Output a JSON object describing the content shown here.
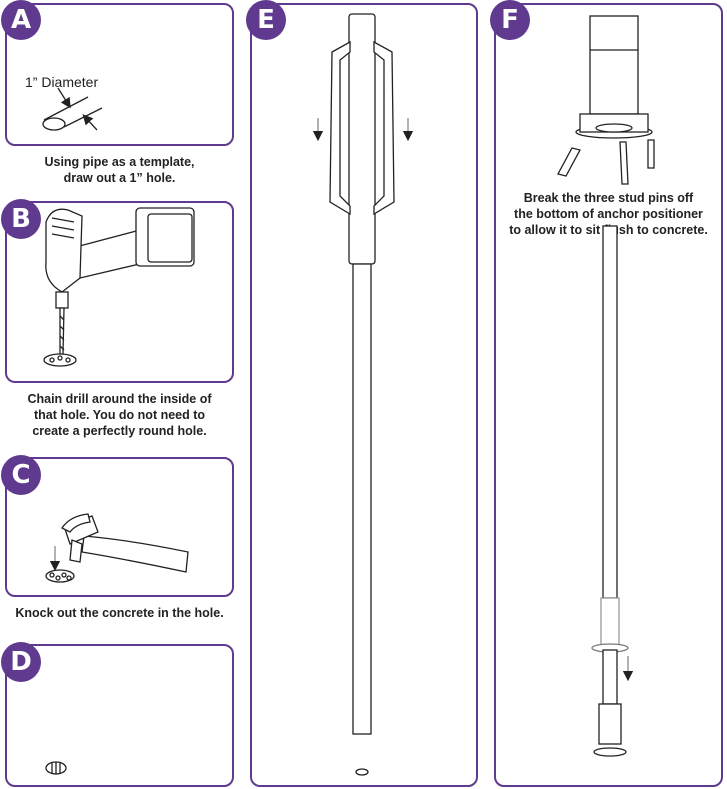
{
  "colors": {
    "accent": "#5f3a8f",
    "line": "#222222"
  },
  "steps": {
    "a": {
      "letter": "A",
      "label": "1” Diameter",
      "caption": [
        "Using pipe as a template,",
        "draw out a 1” hole."
      ]
    },
    "b": {
      "letter": "B",
      "caption": [
        "Chain drill around the inside of",
        "that hole. You do not need to",
        "create a perfectly round hole."
      ]
    },
    "c": {
      "letter": "C",
      "caption": [
        "Knock out the concrete in the hole."
      ]
    },
    "d": {
      "letter": "D"
    },
    "e": {
      "letter": "E"
    },
    "f": {
      "letter": "F",
      "caption": [
        "Break the three stud pins off",
        "the bottom of anchor positioner",
        "to allow it to sit flush to concrete."
      ]
    }
  },
  "icons": [
    "drill-icon",
    "hammer-icon",
    "pipe-icon",
    "anchor-positioner-icon",
    "arrow-down-icon"
  ]
}
